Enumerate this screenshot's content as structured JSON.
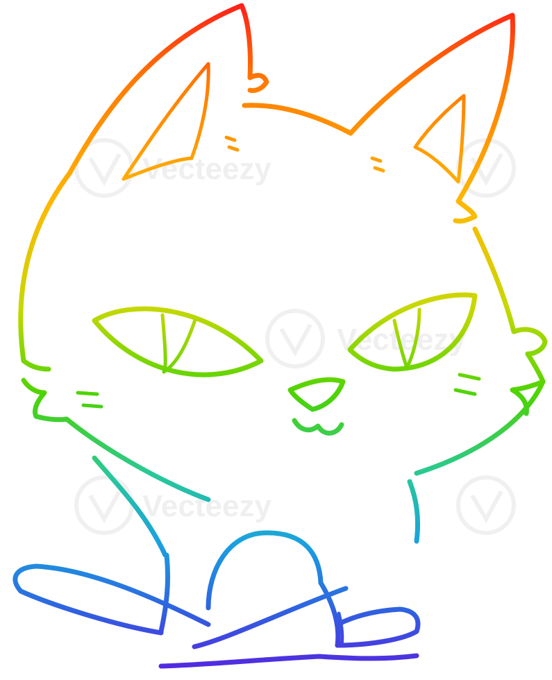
{
  "illustration": {
    "subject": "cartoon cat sitting with crossed feet, staring",
    "style": "rainbow gradient line art",
    "gradient_stops": [
      "#ff1a1a",
      "#ff7a00",
      "#ffb800",
      "#b8e000",
      "#4cd400",
      "#28c89a",
      "#1aa0e0",
      "#3060e0",
      "#5a1ee0"
    ]
  },
  "watermark": {
    "text": "Vecteezy"
  }
}
